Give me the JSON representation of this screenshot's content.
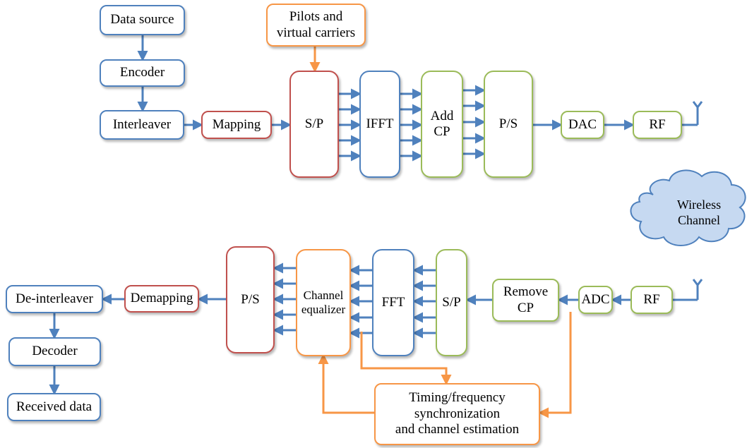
{
  "transmitter": {
    "data_source": "Data source",
    "encoder": "Encoder",
    "interleaver": "Interleaver",
    "mapping": "Mapping",
    "pilots": "Pilots and\nvirtual carriers",
    "sp": "S/P",
    "ifft": "IFFT",
    "add_cp": "Add\nCP",
    "ps": "P/S",
    "dac": "DAC",
    "rf": "RF"
  },
  "channel": {
    "label": "Wireless\nChannel"
  },
  "receiver": {
    "rf": "RF",
    "adc": "ADC",
    "remove_cp": "Remove\nCP",
    "sp": "S/P",
    "fft": "FFT",
    "equalizer": "Channel\nequalizer",
    "ps": "P/S",
    "demapping": "Demapping",
    "deinterleaver": "De-interleaver",
    "decoder": "Decoder",
    "received": "Received data",
    "sync": "Timing/frequency\nsynchronization\nand channel estimation"
  },
  "colors": {
    "blue": "#4f81bd",
    "red": "#c0504d",
    "green": "#9bbb59",
    "orange": "#f79646",
    "cloud_fill": "#c6d9f1",
    "cloud_stroke": "#4f81bd"
  },
  "icons": [
    "antenna-icon",
    "cloud-icon"
  ]
}
